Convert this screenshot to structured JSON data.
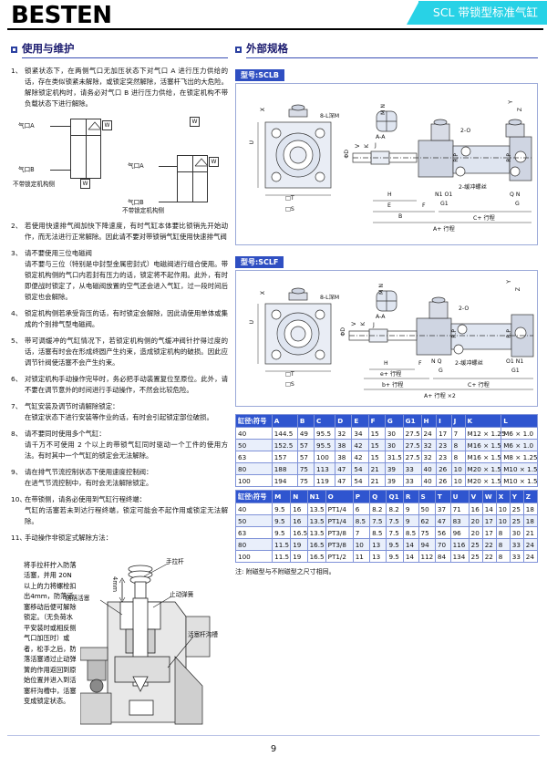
{
  "header": {
    "brand": "BESTEN",
    "tab_title": "SCL 带锁型标准气缸"
  },
  "left": {
    "section_title": "使用与维护",
    "notes": [
      {
        "num": "1、",
        "text": "锁紧状态下，在两侧气口无加压状态下对气口 A 进行压力供给的话，存在类似锁紧未解除，或锁定突然解除，活塞杆飞出的大危险。解除锁定机构时，请务必对气口 B 进行压力供给，在锁定机构不带负载状态下进行解除。"
      },
      {
        "num": "2、",
        "text": "若使用快速排气阀加快下降速度，有时气缸本体要比锁销先开始动作，而无法进行正常解除。因此请不要对带锁销气缸使用快速排气阀"
      },
      {
        "num": "3、",
        "text": "请不要使用三位电磁阀",
        "sub": "请不要与三位（特别是中封型金属密封式）电磁阀进行组合使用。带锁定机构侧的气口内若封有压力的话，锁定将不起作用。此外，有时即便战时锁定了，从电磁阀放置的空气还会进入气缸，过一段时间后锁定也会解除。"
      },
      {
        "num": "4、",
        "text": "锁定机构侧若承受背压的话，有时锁定会解除，因此请使用单体或集成的个别排气型电磁阀。"
      },
      {
        "num": "5、",
        "text": "带可调缓冲的气缸情况下，若锁定机构侧的气缓冲阀针拧得过度的话，活塞有时会在形成终圆产生约束，造成锁定机构的破损。因此应调节针阀使活塞不会产生约束。"
      },
      {
        "num": "6、",
        "text": "对锁定机构手动操作完毕时，务必把手动装置复位至原位。此外，请不要在调节意外的时间进行手动操作，不然会比较危险。"
      },
      {
        "num": "7、",
        "text": "气缸安装及调节时请解除锁定：",
        "sub": "在锁定状态下进行安装等作业的话，有时会引起锁定部位破损。"
      },
      {
        "num": "8、",
        "text": "请不要同时使用多个气缸：",
        "sub": "请千万不可使用 2 个以上的带锁气缸同时驱动一个工件的使用方法。有时其中一个气缸的锁定会无法解除。"
      },
      {
        "num": "9、",
        "text": "请在排气节流控制状态下使用速度控制阀：",
        "sub": "在进气节流控制中，有时会无法解除锁定。"
      },
      {
        "num": "10、",
        "text": "在带锁侧，请务必使用到气缸行程终端：",
        "sub": "气缸的活塞若未到达行程终端，锁定可能会不起作用或锁定无法解除。"
      },
      {
        "num": "11、",
        "text": "手动操作非锁定式解除方法："
      }
    ],
    "manual_text": "将手拉杆拧入防落活塞，并用 20N 以上的力将螺栓扣出4mm，防落活塞移动后便可解除锁定。（无负荷水平安装时或相反侧气口加压时）或者，松手之后，防落活塞通过止动弹簧的作用返回到原始位置并进入到活塞杆沟槽中，活塞变成锁定状态。",
    "diagram1": {
      "port_a": "气口A",
      "port_b": "气口B",
      "caption": "不带锁定机构侧",
      "marker": "W"
    },
    "diagram2": {
      "port_a": "气口A",
      "port_b": "气口B",
      "caption": "不带锁定机构侧",
      "marker": "W"
    },
    "fig11_labels": {
      "pull_rod": "手拉杆",
      "stop_spring": "止动弹簧",
      "rod_groove": "活塞杆沟槽",
      "drop_piston": "防落活塞",
      "dim_4mm": "4mm"
    }
  },
  "right": {
    "section_title": "外部规格",
    "panel1": {
      "model_tag": "型号:SCLB",
      "labels": {
        "bolt": "8-L深M",
        "section": "A-A",
        "port": "2-O",
        "cushion": "2-缓冲螺丝",
        "dim_h": "H",
        "dim_e": "E",
        "dim_f": "F",
        "dim_b": "B",
        "dim_j": "J",
        "dim_g": "G",
        "dim_g1": "G1",
        "dim_n101": "N1 O1",
        "dim_qn": "Q N",
        "dim_u": "U",
        "dim_x": "X",
        "dim_y": "Y",
        "dim_z": "Z",
        "dim_t": "□T",
        "dim_s": "□S",
        "dim_d": "ΦD",
        "dim_v": "V",
        "dim_k": "K",
        "dim_rp": "R.P",
        "dim_mn": "M N",
        "c_stroke": "C+ 行程",
        "a_stroke": "A+ 行程"
      }
    },
    "panel2": {
      "model_tag": "型号:SCLF",
      "labels": {
        "bolt": "8-L深M",
        "section": "A-A",
        "port": "2-O",
        "cushion": "2-缓冲螺丝",
        "dim_h": "H",
        "dim_f": "F",
        "dim_j": "J",
        "dim_g": "G",
        "dim_g1": "G1",
        "dim_nq": "N Q",
        "dim_o1n1": "O1 N1",
        "dim_t": "□T",
        "dim_s": "□S",
        "dim_d": "ΦD",
        "dim_u": "U",
        "dim_x": "X",
        "dim_y": "Y",
        "dim_z": "Z",
        "dim_v": "V",
        "dim_k": "K",
        "dim_rp": "R.P",
        "dim_mn": "M N",
        "e_stroke": "e+ 行程",
        "b_stroke": "b+ 行程",
        "c_stroke": "C+ 行程",
        "a_stroke": "A+ 行程 ×2"
      }
    },
    "table1": {
      "headers": [
        "缸径\\符号",
        "A",
        "B",
        "C",
        "D",
        "E",
        "F",
        "G",
        "G1",
        "H",
        "I",
        "J",
        "K",
        "L"
      ],
      "rows": [
        [
          "40",
          "144.5",
          "49",
          "95.5",
          "32",
          "34",
          "15",
          "30",
          "27.5",
          "24",
          "17",
          "7",
          "M12 × 1.25",
          "M6 × 1.0"
        ],
        [
          "50",
          "152.5",
          "57",
          "95.5",
          "38",
          "42",
          "15",
          "30",
          "27.5",
          "32",
          "23",
          "8",
          "M16 × 1.5",
          "M6 × 1.0"
        ],
        [
          "63",
          "157",
          "57",
          "100",
          "38",
          "42",
          "15",
          "31.5",
          "27.5",
          "32",
          "23",
          "8",
          "M16 × 1.5",
          "M8 × 1.25"
        ],
        [
          "80",
          "188",
          "75",
          "113",
          "47",
          "54",
          "21",
          "39",
          "33",
          "40",
          "26",
          "10",
          "M20 × 1.5",
          "M10 × 1.5"
        ],
        [
          "100",
          "194",
          "75",
          "119",
          "47",
          "54",
          "21",
          "39",
          "33",
          "40",
          "26",
          "10",
          "M20 × 1.5",
          "M10 × 1.5"
        ]
      ]
    },
    "table2": {
      "headers": [
        "缸径\\符号",
        "M",
        "N",
        "N1",
        "O",
        "P",
        "Q",
        "Q1",
        "R",
        "S",
        "T",
        "U",
        "V",
        "W",
        "X",
        "Y",
        "Z"
      ],
      "rows": [
        [
          "40",
          "9.5",
          "16",
          "13.5",
          "PT1/4",
          "6",
          "8.2",
          "8.2",
          "9",
          "50",
          "37",
          "71",
          "16",
          "14",
          "10",
          "25",
          "18"
        ],
        [
          "50",
          "9.5",
          "16",
          "13.5",
          "PT1/4",
          "8.5",
          "7.5",
          "7.5",
          "9",
          "62",
          "47",
          "83",
          "20",
          "17",
          "10",
          "25",
          "18"
        ],
        [
          "63",
          "9.5",
          "16.5",
          "13.5",
          "PT3/8",
          "7",
          "8.5",
          "7.5",
          "8.5",
          "75",
          "56",
          "96",
          "20",
          "17",
          "8",
          "30",
          "21"
        ],
        [
          "80",
          "11.5",
          "19",
          "16.5",
          "PT3/8",
          "10",
          "13",
          "9.5",
          "14",
          "94",
          "70",
          "116",
          "25",
          "22",
          "8",
          "33",
          "24"
        ],
        [
          "100",
          "11.5",
          "19",
          "16.5",
          "PT1/2",
          "11",
          "13",
          "9.5",
          "14",
          "112",
          "84",
          "134",
          "25",
          "22",
          "8",
          "33",
          "24"
        ]
      ]
    },
    "table_note": "注: 附磁型与不附磁型之尺寸相同。"
  },
  "footer": {
    "page_number": "9"
  }
}
